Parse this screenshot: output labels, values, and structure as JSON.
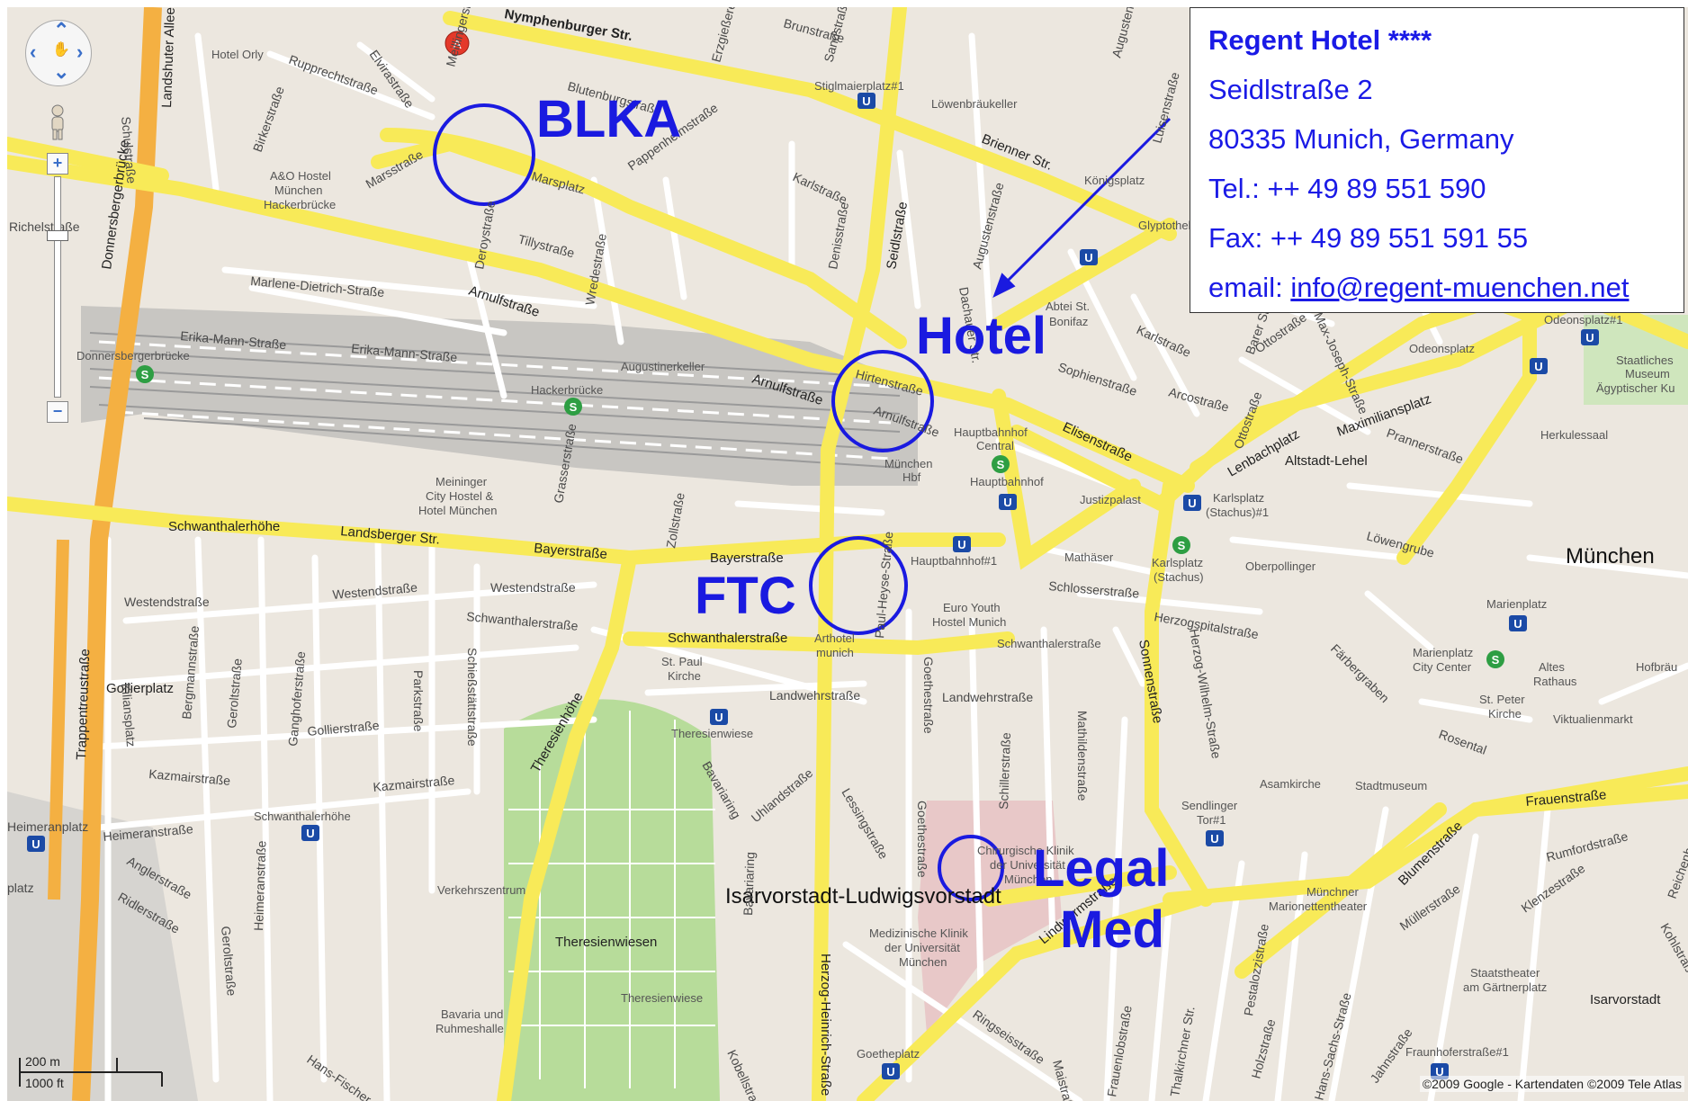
{
  "info_box": {
    "name": "Regent Hotel ****",
    "street": "Seidlstraße 2",
    "city": "80335 Munich, Germany",
    "tel": "Tel.: ++ 49 89 551 590",
    "fax": "Fax: ++ 49 89 551 591 55",
    "email_prefix": "email: ",
    "email": "info@regent-muenchen.net"
  },
  "annotations": {
    "blka": "BLKA",
    "hotel": "Hotel",
    "ftc": "FTC",
    "legal_1": "Legal",
    "legal_2": "Med",
    "color": "#1a1ae0"
  },
  "marker": {
    "letter": "A",
    "color": "#e4392a"
  },
  "scale": {
    "metric": "200 m",
    "imperial": "1000 ft"
  },
  "copyright": "©2009 Google - Kartendaten ©2009 Tele Atlas",
  "controls": {
    "zoom_in": "+",
    "zoom_out": "−"
  },
  "colors": {
    "land": "#ece7df",
    "major_road": "#f8ea58",
    "highway": "#f4b042",
    "rail": "#9a9a9a",
    "park": "#b7dc9a",
    "hospital": "#e8c8c8",
    "street": "#ffffff"
  },
  "labels": {
    "hotel_orly": "Hotel Orly",
    "rupprechtstr": "Rupprechtstraße",
    "elvirastr": "Elvirastraße",
    "meillingerstr": "Meillingerstraße",
    "nymphenburger": "Nymphenburger Str.",
    "erzgiesserei": "Erzgießereistraße",
    "brunstr": "Brunstraße",
    "sandstr": "Sandstraße",
    "auguste": "Augustenstraße",
    "stiglmaierplatz": "Stiglmaierplatz#1",
    "loewenbraeu": "Löwenbräukeller",
    "blutenburg": "Blutenburgstraße",
    "pappenheim": "Pappenheimstraße",
    "karlstr": "Karlstraße",
    "briennerstr": "Brienner Str.",
    "koenigsplatz": "Königsplatz",
    "glyptothek": "Glyptothek",
    "luisenstr": "Luisenstraße",
    "marsstr": "Marsstraße",
    "marsplatz": "Marsplatz",
    "ao_hostel": "A&O Hostel",
    "ao_hostel2": "München",
    "ao_hostel3": "Hackerbrücke",
    "tillystr": "Tillystraße",
    "deroystr": "Deroystraße",
    "wredestr": "Wredestraße",
    "denisstr": "Denisstraße",
    "seidlstr": "Seidlstraße",
    "augustenstr": "Augustenstraße",
    "dachauer": "Dachauer Str.",
    "abtei": "Abtei St.",
    "bonifaz": "Bonifaz",
    "marlene": "Marlene-Dietrich-Straße",
    "arnulfstr": "Arnulfstraße",
    "richel": "Richelstraße",
    "erika1": "Erika-Mann-Straße",
    "erika2": "Erika-Mann-Straße",
    "donnersberger": "Donnersbergerbrücke",
    "donnersberger2": "Donnersbergerbrücke",
    "landshuter": "Landshuter Allee",
    "schulstr": "Schulstraße",
    "birkerstr": "Birkerstraße",
    "augustinerkeller": "Augustinerkeller",
    "hackerbruecke": "Hackerbrücke",
    "arnulfstr2": "Arnulfstraße",
    "hirtenstr": "Hirtenstraße",
    "arnulfstr3": "Arnulfstraße",
    "hauptbahnhof_central": "Hauptbahnhof",
    "central": "Central",
    "muenchen_hbf": "München",
    "hbf": "Hbf",
    "hauptbahnhof2": "Hauptbahnhof",
    "sophienstr": "Sophienstraße",
    "elisenstr": "Elisenstraße",
    "karlstr2": "Karlstraße",
    "arcostr": "Arcostraße",
    "ottostr": "Ottostraße",
    "barerstr": "Barer Str.",
    "maxjoseph": "Max-Joseph-Straße",
    "odeonsplatz": "Odeonsplatz",
    "odeonsplatz1": "Odeonsplatz#1",
    "staatliches": "Staatliches",
    "museum": "Museum",
    "aegyptischer": "Ägyptischer Ku",
    "maximiliansplatz": "Maximiliansplatz",
    "prannerstr": "Prannerstraße",
    "lenbachplatz": "Lenbachplatz",
    "altstadt": "Altstadt-Lehel",
    "herkulessaal": "Herkulessaal",
    "ottostr2": "Ottostraße",
    "meininger": "Meininger",
    "meininger2": "City Hostel &",
    "meininger3": "Hotel München",
    "grasserstr": "Grasserstraße",
    "zollstr": "Zollstraße",
    "justizpalast": "Justizpalast",
    "karlsplatz": "Karlsplatz",
    "stachus": "(Stachus)#1",
    "schwanthalerhoehe": "Schwanthalerhöhe",
    "landsberger": "Landsberger Str.",
    "bayerstr": "Bayerstraße",
    "bayerstr2": "Bayerstraße",
    "hauptbahnhof1": "Hauptbahnhof#1",
    "mathaeser": "Mathäser",
    "karlsplatz2": "Karlsplatz",
    "stachus2": "(Stachus)",
    "oberpollinger": "Oberpollinger",
    "loewengrube": "Löwengrube",
    "muenchen": "München",
    "westendstr": "Westendstraße",
    "westendstr2": "Westendstraße",
    "westendstr3": "Westendstraße",
    "schwanthalerstr": "Schwanthalerstraße",
    "schwanthalerstr2": "Schwanthalerstraße",
    "schwanthalerstr3": "Schwanthalerstraße",
    "paul_heyse": "Paul-Heyse-Straße",
    "euro_youth": "Euro Youth",
    "euro_youth2": "Hostel Munich",
    "schlosserstr": "Schlosserstraße",
    "herzogspital": "Herzogspitalstraße",
    "sonnenstr": "Sonnenstraße",
    "herzog_wilhelm": "Herzog-Wilhelm-Straße",
    "faerbergraben": "Färbergraben",
    "marienplatz": "Marienplatz",
    "marienplatz2": "Marienplatz",
    "city_center": "City Center",
    "altes_rathaus": "Altes",
    "rathaus": "Rathaus",
    "hofbraeu": "Hofbräu",
    "st_peter": "St. Peter",
    "kirche_sp": "Kirche",
    "viktualienmarkt": "Viktualienmarkt",
    "rosental": "Rosental",
    "arthotel": "Arthotel",
    "munich": "munich",
    "st_paul": "St. Paul",
    "kirche": "Kirche",
    "landwehrstr": "Landwehrstraße",
    "landwehrstr2": "Landwehrstraße",
    "goethestr": "Goethestraße",
    "mathildenstr": "Mathildenstraße",
    "theresienwiese": "Theresienwiese",
    "gollierplatz": "Gollierplatz",
    "gollierstr": "Gollierstraße",
    "bergmannstr": "Bergmannstraße",
    "geroltstr": "Geroltstraße",
    "ganghoferstr": "Ganghoferstraße",
    "parkstr": "Parkstraße",
    "schiessstaett": "Schießstättstraße",
    "kazmairstr": "Kazmairstraße",
    "kazmairstr2": "Kazmairstraße",
    "trappentreu": "Trappentreustraße",
    "kiliansplatz": "Kiliansplatz",
    "theresienhoehe": "Theresienhöhe",
    "bavariaring": "Bavariaring",
    "uhlandstr": "Uhlandstraße",
    "lessingstr": "Lessingstraße",
    "goethestr2": "Goethestraße",
    "schillerstr": "Schillerstraße",
    "asamkirche": "Asamkirche",
    "stadtmuseum": "Stadtmuseum",
    "frauenstr": "Frauenstraße",
    "rumfordstr": "Rumfordstraße",
    "blumenstr": "Blumenstraße",
    "sendlinger": "Sendlinger",
    "tor": "Tor#1",
    "chirurgische": "Chirurgische Klinik",
    "der_uni": "der Universität",
    "muenchen2": "München",
    "heimeranplatz": "Heimeranplatz",
    "heimeranstr": "Heimeranstraße",
    "schwanthalerhoehe2": "Schwanthalerhöhe",
    "verkehrszentrum": "Verkehrszentrum",
    "isarvorstadt": "Isarvorstadt-Ludwigsvorstadt",
    "medizinische": "Medizinische Klinik",
    "der_uni2": "der Universität",
    "muenchen3": "München",
    "angierstr": "Anglerstraße",
    "ridlerstr": "Ridlerstraße",
    "heimeranstr2": "Heimeranstraße",
    "geroltstr2": "Geroltstraße",
    "theresienwiesen": "Theresienwiesen",
    "theresienwiese2": "Theresienwiese",
    "bavariaring2": "Bavariaring",
    "herzog_heinrich": "Herzog-Heinrich-Straße",
    "kobellstr": "Kobellstraße",
    "bavaria": "Bavaria und",
    "ruhmeshalle": "Ruhmeshalle",
    "goetheplatz": "Goetheplatz",
    "ringseis": "Ringseisstraße",
    "maistr": "Maistraße",
    "frauenlob": "Frauenlobstraße",
    "thalkirchner": "Thalkirchner Str.",
    "pestalozzi": "Pestalozzistraße",
    "holzstr": "Holzstraße",
    "muellerstr": "Müllerstraße",
    "hans_sachs": "Hans-Sachs-Straße",
    "jahnstr": "Jahnstraße",
    "fraunhofer": "Fraunhoferstraße#1",
    "staatstheater": "Staatstheater",
    "gaertnerplatz": "am Gärtnerplatz",
    "isarvorstadt2": "Isarvorstadt",
    "muenchner": "Münchner",
    "marionetten": "Marionettentheater",
    "klenzestr": "Klenzestraße",
    "reichenbach": "Reichenbachstraße",
    "hans_fischer": "Hans-Fischer-Straße",
    "lindwurmstr": "Lindwurmstraße",
    "platz": "platz",
    "kohlstr": "Kohlstraße"
  }
}
